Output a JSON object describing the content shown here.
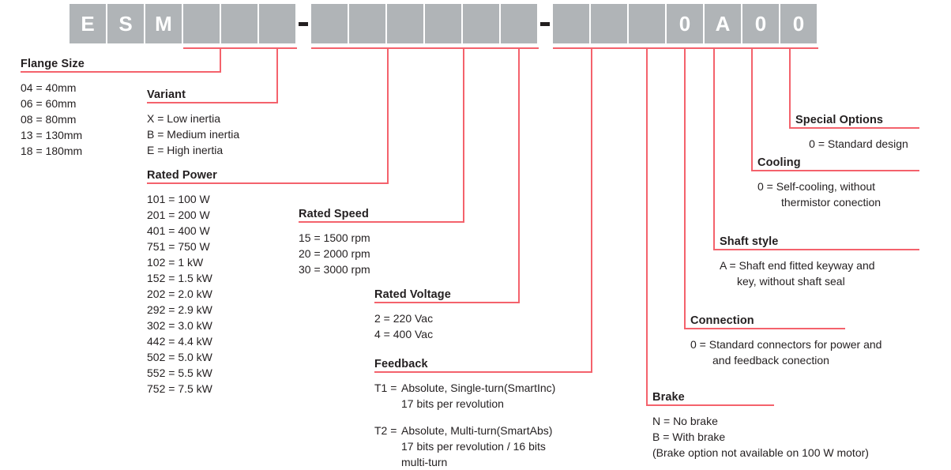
{
  "part_number": {
    "characters": [
      "E",
      "S",
      "M",
      "",
      "",
      "",
      "-",
      "",
      "",
      "",
      "",
      "",
      "",
      "-",
      "",
      "",
      "",
      "0",
      "A",
      "0",
      "0"
    ],
    "filled": [
      "E",
      "S",
      "M",
      "0",
      "A",
      "0",
      "0"
    ]
  },
  "legend": {
    "flange_size": {
      "title": "Flange Size",
      "rows": [
        "04 = 40mm",
        "06 = 60mm",
        "08 = 80mm",
        "13 = 130mm",
        "18 = 180mm"
      ]
    },
    "variant": {
      "title": "Variant",
      "rows": [
        "X = Low inertia",
        "B = Medium inertia",
        "E = High inertia"
      ]
    },
    "rated_power": {
      "title": "Rated Power",
      "rows": [
        "101 = 100 W",
        "201 = 200 W",
        "401 = 400 W",
        "751 = 750 W",
        "102 = 1 kW",
        "152 = 1.5 kW",
        "202 = 2.0 kW",
        "292 = 2.9 kW",
        "302 = 3.0 kW",
        "442 = 4.4 kW",
        "502 = 5.0 kW",
        "552 = 5.5 kW",
        "752 = 7.5 kW"
      ]
    },
    "rated_speed": {
      "title": "Rated Speed",
      "rows": [
        "15 = 1500 rpm",
        "20 = 2000 rpm",
        "30 = 3000 rpm"
      ]
    },
    "rated_voltage": {
      "title": "Rated Voltage",
      "rows": [
        "2 = 220 Vac",
        "4 = 400 Vac"
      ]
    },
    "feedback": {
      "title": "Feedback",
      "entries": [
        {
          "key": "T1 =",
          "line1": "Absolute, Single-turn(SmartInc)",
          "line2": "17 bits per revolution",
          "line3": ""
        },
        {
          "key": "T2 =",
          "line1": "Absolute, Multi-turn(SmartAbs)",
          "line2": "17 bits per revolution / 16 bits",
          "line3": "multi-turn"
        }
      ]
    },
    "brake": {
      "title": "Brake",
      "rows": [
        "N = No brake",
        "B = With brake",
        "(Brake option not available on 100 W motor)"
      ]
    },
    "connection": {
      "title": "Connection",
      "line1": "0 = Standard connectors for power and",
      "line2": "and feedback conection"
    },
    "shaft_style": {
      "title": "Shaft style",
      "line1": "A = Shaft end fitted keyway and",
      "line2": "key, without shaft seal"
    },
    "cooling": {
      "title": "Cooling",
      "line1": "0 = Self-cooling, without",
      "line2": "thermistor conection"
    },
    "special_options": {
      "title": "Special Options",
      "line1": "0 = Standard design"
    }
  },
  "colors": {
    "box_gray": "#b0b4b7",
    "leader_red": "#f4626c",
    "text": "#231f20",
    "box_text": "#ffffff"
  }
}
